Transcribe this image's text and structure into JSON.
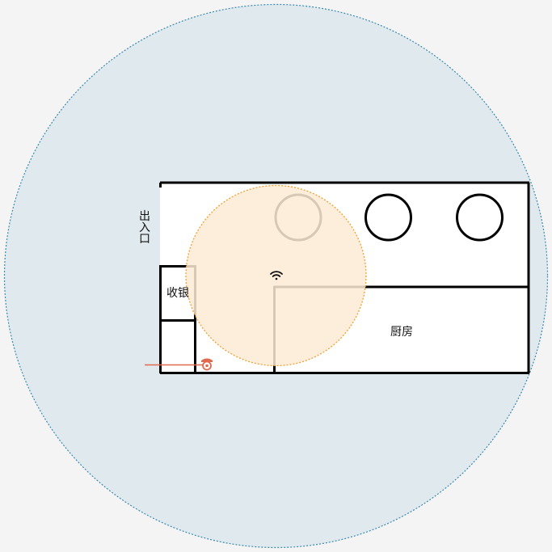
{
  "labels": {
    "entrance_chars": [
      "出",
      "入",
      "口"
    ],
    "cashier": "收银",
    "kitchen": "厨房"
  },
  "icons": {
    "wifi": "wifi-icon",
    "camera": "camera-icon"
  },
  "colors": {
    "background": "#f4f4f4",
    "outer_coverage_fill": "#dfe9ee",
    "outer_coverage_stroke": "#3b8bb0",
    "wifi_coverage_fill": "#fdebd6",
    "wifi_coverage_stroke": "#f0a030",
    "wall": "#000000",
    "camera": "#e0694f"
  }
}
